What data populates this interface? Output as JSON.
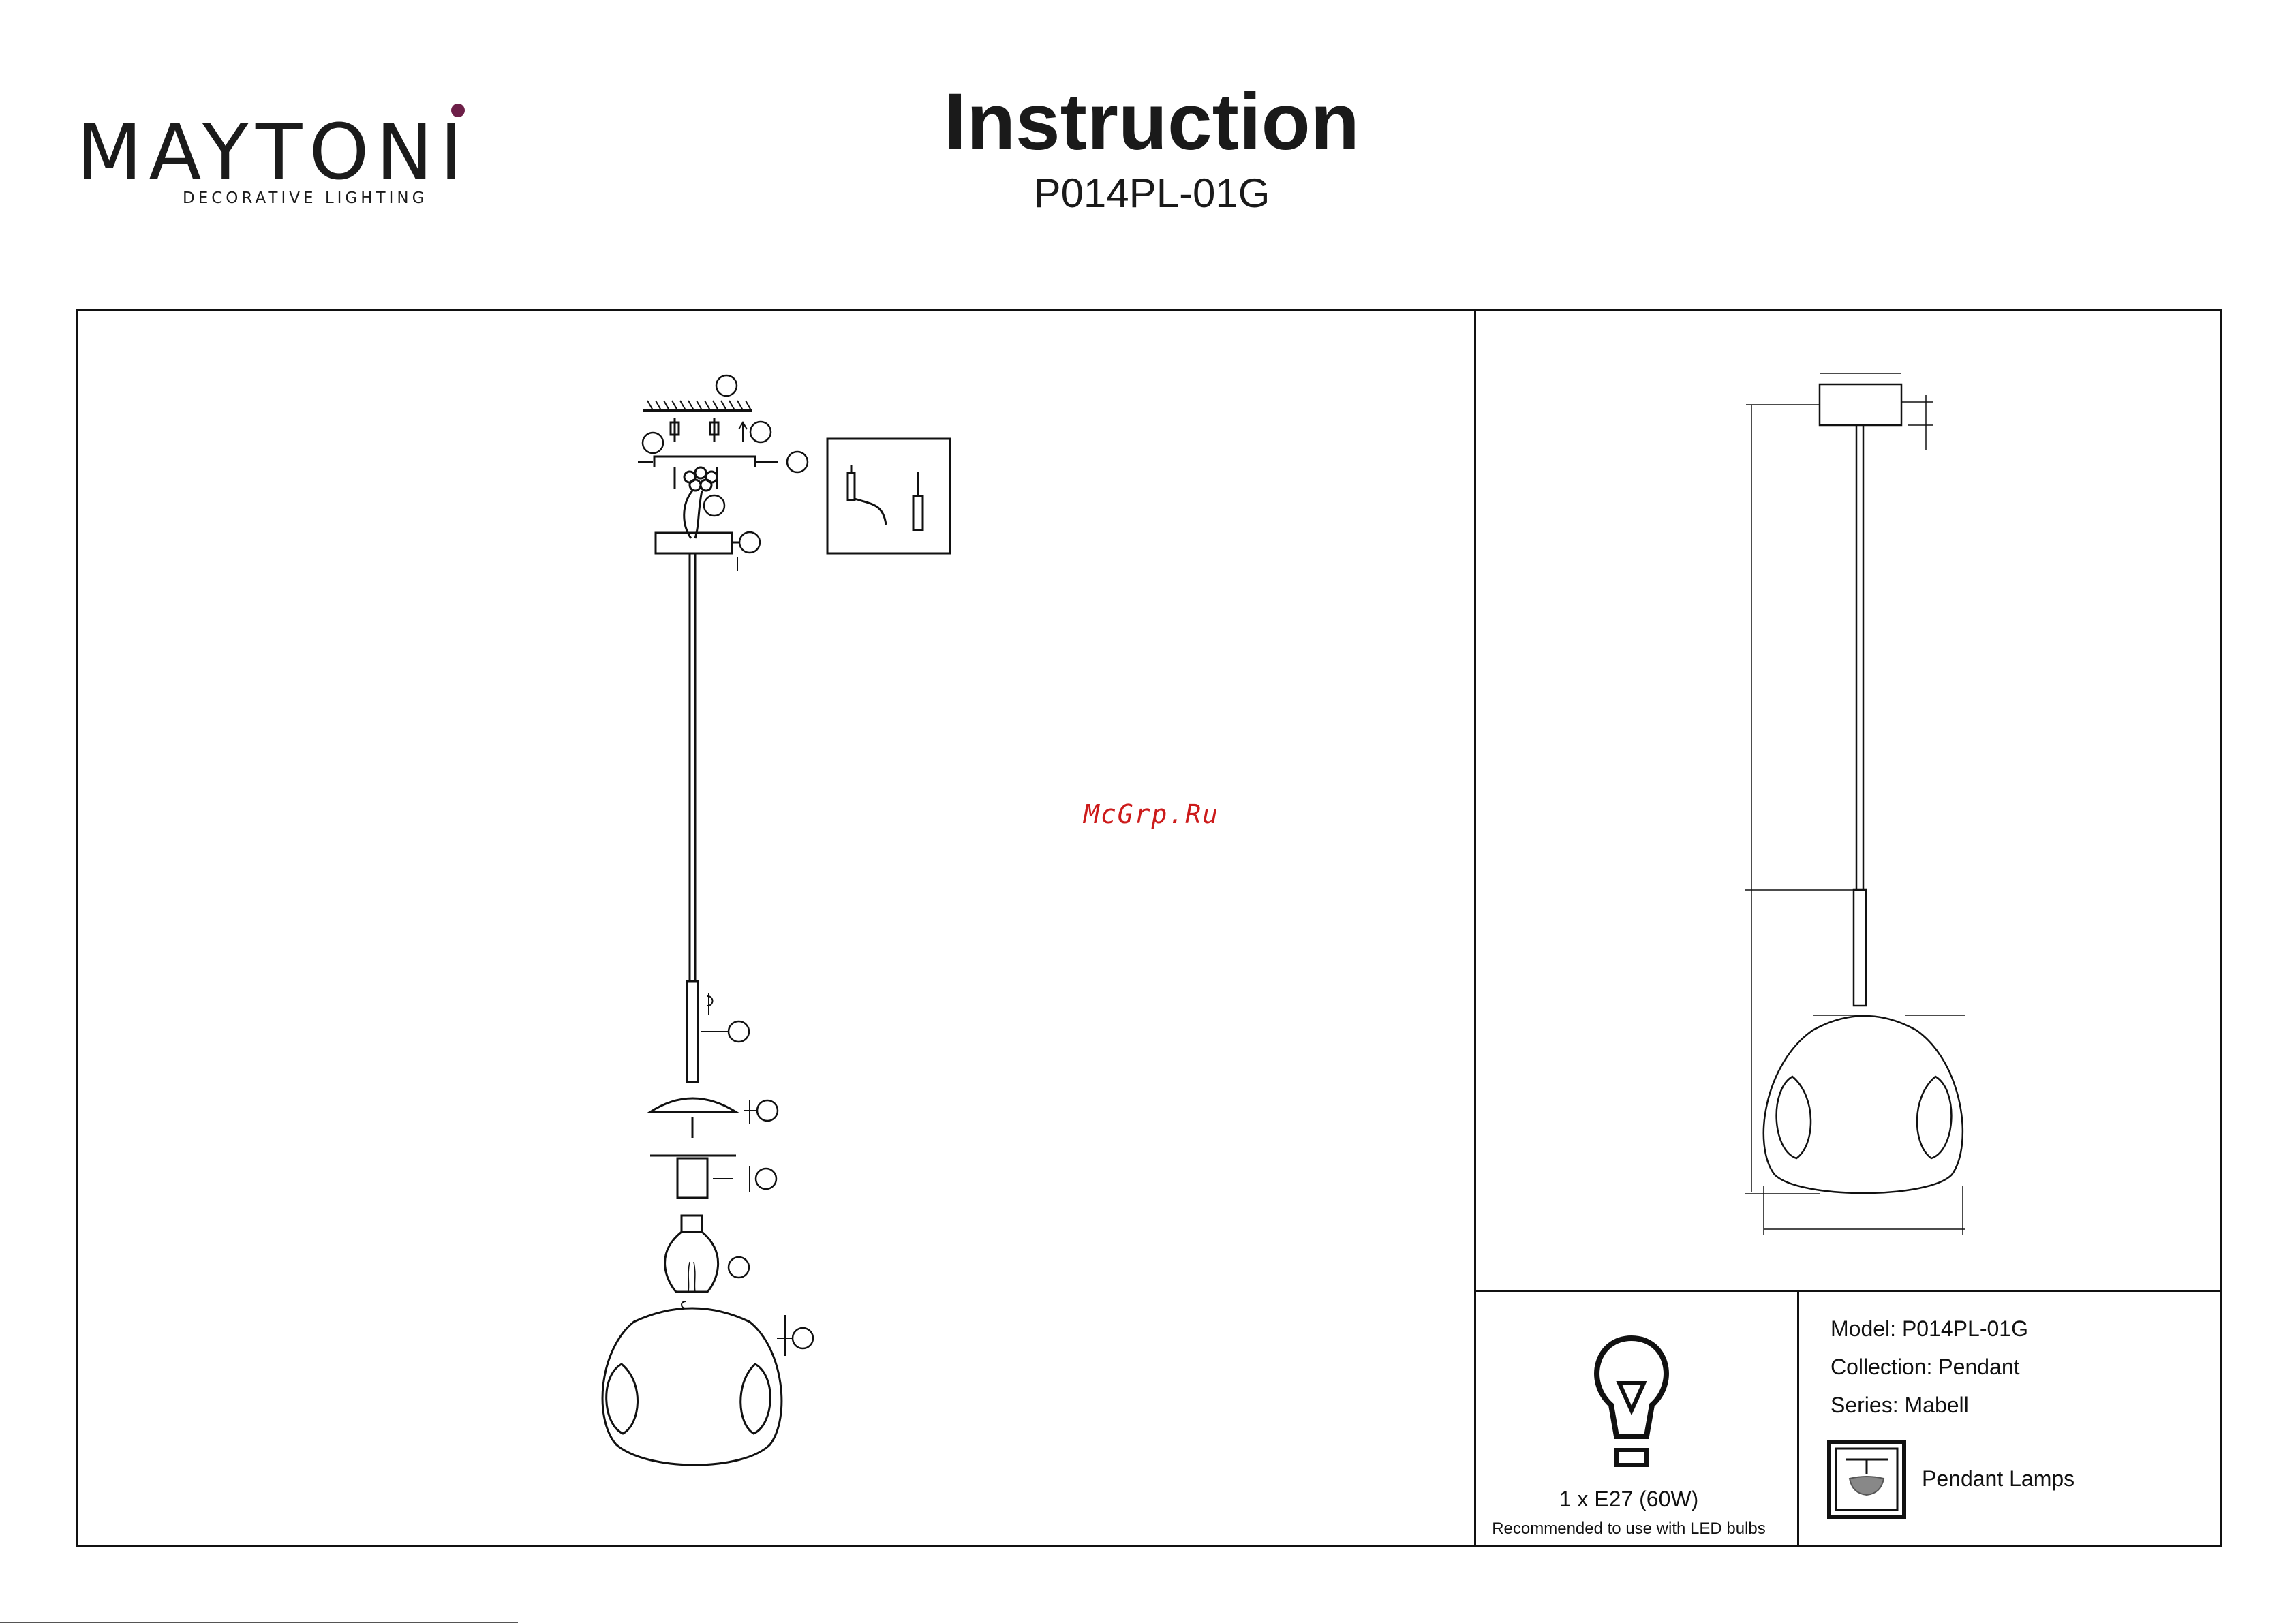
{
  "header": {
    "brand": "MAYTONI",
    "brand_tagline": "DECORATIVE LIGHTING",
    "title": "Instruction",
    "model_code": "P014PL-01G"
  },
  "watermark": "McGrp.Ru",
  "bulb": {
    "spec": "1 x E27 (60W)",
    "note": "Recommended to use with LED bulbs"
  },
  "specs": {
    "model": "Model: P014PL-01G",
    "collection": "Collection: Pendant",
    "series": "Series: Mabell",
    "type": "Pendant Lamps"
  },
  "icons": {
    "bulb": "light-bulb-icon",
    "pendant": "pendant-lamp-icon",
    "tools": "tools-icon"
  }
}
